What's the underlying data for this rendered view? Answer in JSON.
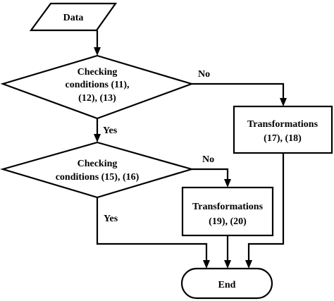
{
  "nodes": {
    "start": {
      "label": "Data"
    },
    "decision1": {
      "lines": [
        "Checking",
        "conditions (11),",
        "(12), (13)"
      ]
    },
    "decision2": {
      "lines": [
        "Checking",
        "conditions (15), (16)"
      ]
    },
    "process1": {
      "lines": [
        "Transformations",
        "(17), (18)"
      ]
    },
    "process2": {
      "lines": [
        "Transformations",
        "(19), (20)"
      ]
    },
    "end": {
      "label": "End"
    }
  },
  "edges": {
    "d1_no": "No",
    "d1_yes": "Yes",
    "d2_no": "No",
    "d2_yes": "Yes"
  }
}
